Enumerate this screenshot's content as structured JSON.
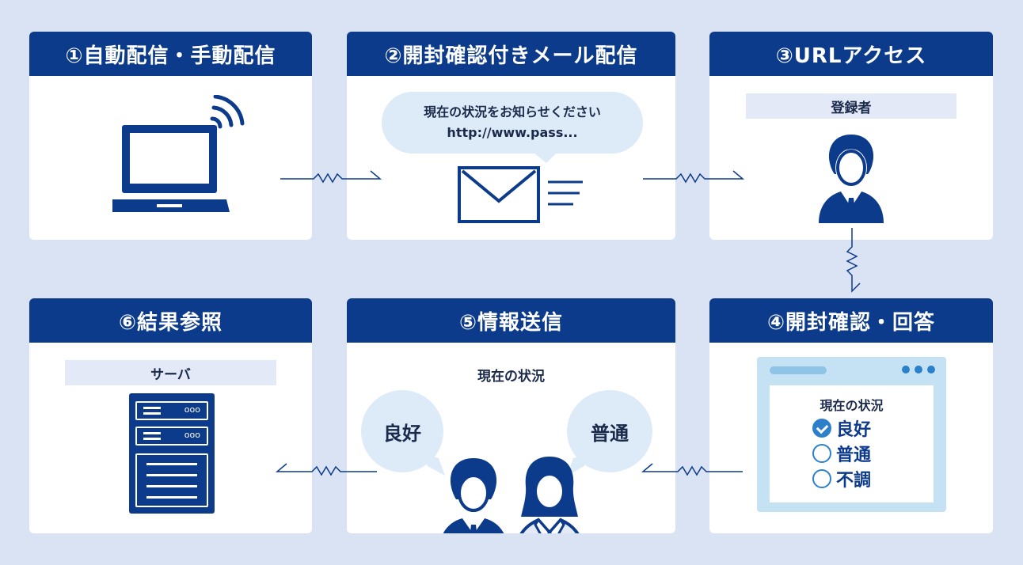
{
  "steps": [
    {
      "title": "①自動配信・手動配信"
    },
    {
      "title": "②開封確認付きメール配信",
      "bubble_line1": "現在の状況をお知らせください",
      "bubble_line2": "http://www.pass..."
    },
    {
      "title": "③URLアクセス",
      "tag": "登録者"
    },
    {
      "title": "④開封確認・回答",
      "form_title": "現在の状況",
      "options": [
        "良好",
        "普通",
        "不調"
      ],
      "selected_index": 0
    },
    {
      "title": "⑤情報送信",
      "caption": "現在の状況",
      "bubble_left": "良好",
      "bubble_right": "普通"
    },
    {
      "title": "⑥結果参照",
      "tag": "サーバ",
      "server_dots": "ooo"
    }
  ],
  "colors": {
    "navy": "#0d3b8c",
    "light_blue": "#dcebf7",
    "accent_blue": "#2b80c9",
    "background": "#d9e3f3"
  }
}
